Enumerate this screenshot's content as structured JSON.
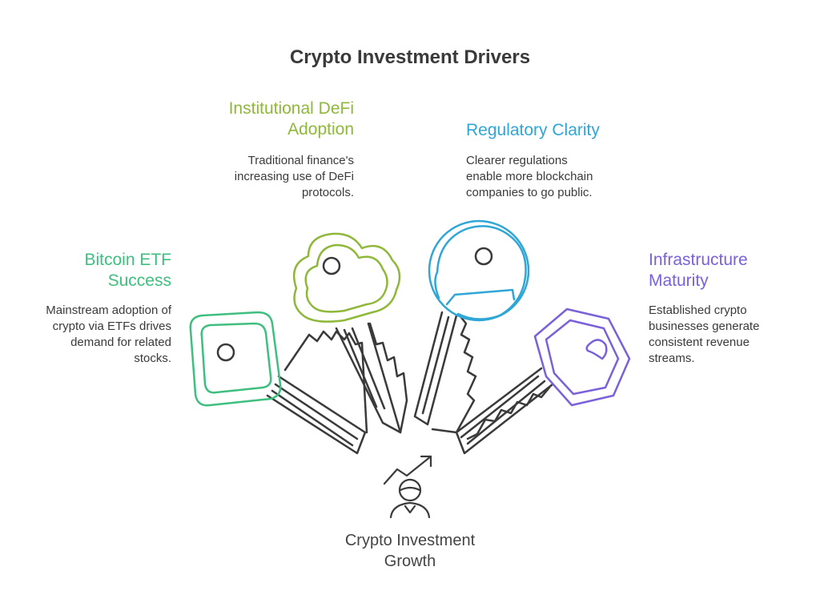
{
  "title": "Crypto Investment Drivers",
  "center": {
    "label_line1": "Crypto Investment",
    "label_line2": "Growth",
    "icon": "person-growth-icon"
  },
  "drivers": [
    {
      "heading_line1": "Bitcoin ETF",
      "heading_line2": "Success",
      "desc": [
        "Mainstream adoption of",
        "crypto via ETFs drives",
        "demand for related",
        "stocks."
      ],
      "color": "#3fbf7f",
      "icon": "square-key-icon"
    },
    {
      "heading_line1": "Institutional DeFi",
      "heading_line2": "Adoption",
      "desc": [
        "Traditional finance's",
        "increasing use of DeFi",
        "protocols."
      ],
      "color": "#8fb83a",
      "icon": "cloud-key-icon"
    },
    {
      "heading_line1": "Regulatory Clarity",
      "heading_line2": "",
      "desc": [
        "Clearer regulations",
        "enable more blockchain",
        "companies to go public."
      ],
      "color": "#2fa6d6",
      "icon": "round-key-icon"
    },
    {
      "heading_line1": "Infrastructure",
      "heading_line2": "Maturity",
      "desc": [
        "Established crypto",
        "businesses generate",
        "consistent revenue",
        "streams."
      ],
      "color": "#7b61d9",
      "icon": "hexagon-key-icon"
    }
  ]
}
